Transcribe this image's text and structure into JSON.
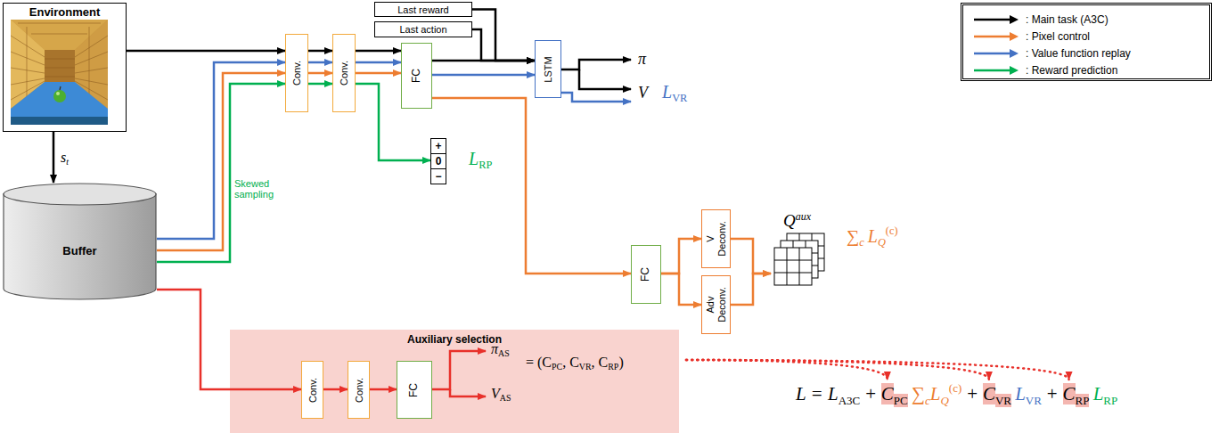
{
  "diagram": {
    "nodes": [
      {
        "text": [
          "Environment"
        ]
      },
      {
        "text": [
          "Buffer"
        ]
      },
      {
        "text": [
          "Last reward"
        ]
      },
      {
        "text": [
          "Last action"
        ]
      },
      {
        "text": [
          "Conv."
        ]
      },
      {
        "text": [
          "Conv."
        ]
      },
      {
        "text": [
          "FC"
        ]
      },
      {
        "text": [
          "LSTM"
        ]
      },
      {
        "text": [
          "+",
          "0",
          "−"
        ]
      },
      {
        "text": [
          "FC"
        ]
      },
      {
        "text": [
          "V Deconv."
        ]
      },
      {
        "text": [
          "Adv Deconv."
        ]
      },
      {
        "text": [
          "Q",
          "aux"
        ]
      },
      {
        "text": [
          "Auxiliary selection"
        ]
      },
      {
        "text": [
          "Conv."
        ],
        "in": 13
      },
      {
        "text": [
          "Conv."
        ],
        "in": 13
      },
      {
        "text": [
          "FC"
        ],
        "in": 13
      }
    ],
    "edges": [
      {
        "from": 0,
        "to": 4,
        "arrow": "to"
      },
      {
        "from": 0,
        "to": 1,
        "arrow": "to"
      },
      {
        "from": 1,
        "to": 4,
        "arrow": "to"
      },
      {
        "from": 1,
        "to": 4,
        "arrow": "to"
      },
      {
        "from": 1,
        "to": 4,
        "arrow": "to"
      },
      {
        "from": 4,
        "to": 5,
        "arrow": "to"
      },
      {
        "from": 4,
        "to": 5,
        "arrow": "to"
      },
      {
        "from": 4,
        "to": 5,
        "arrow": "to"
      },
      {
        "from": 4,
        "to": 5,
        "arrow": "to"
      },
      {
        "from": 5,
        "to": 6,
        "arrow": "to"
      },
      {
        "from": 5,
        "to": 6,
        "arrow": "to"
      },
      {
        "from": 5,
        "to": 6,
        "arrow": "to"
      },
      {
        "from": 5,
        "to": 8,
        "arrow": "to"
      },
      {
        "from": 2,
        "to": 7,
        "arrow": "to"
      },
      {
        "from": 3,
        "to": 7,
        "arrow": "to"
      },
      {
        "from": 6,
        "to": 7,
        "arrow": "to"
      },
      {
        "from": 6,
        "to": 7,
        "arrow": "to"
      },
      {
        "from": 6,
        "to": 9,
        "arrow": "to"
      },
      {
        "from": 9,
        "to": 10,
        "arrow": "to"
      },
      {
        "from": 9,
        "to": 11,
        "arrow": "to"
      },
      {
        "from": 10,
        "to": 12,
        "arrow": "to"
      },
      {
        "from": 11,
        "to": 12,
        "arrow": "to"
      },
      {
        "from": 1,
        "to": 14,
        "arrow": "to"
      },
      {
        "from": 14,
        "to": 15,
        "arrow": "to"
      },
      {
        "from": 15,
        "to": 16,
        "arrow": "to"
      }
    ],
    "labels": [
      "s",
      "t",
      "Skewed sampling",
      "π",
      "V",
      "L",
      "VR",
      "L",
      "RP",
      "∑",
      "c",
      "L",
      "Q",
      "(c)",
      "π",
      "AS",
      "= (C",
      "PC",
      ", C",
      "VR",
      ", C",
      "RP",
      ")",
      "V",
      "AS",
      "L = L",
      "A3C",
      "+",
      "C",
      "PC",
      "∑",
      "c",
      "L",
      "Q",
      "(c)",
      "+",
      "C",
      "VR",
      "L",
      "VR",
      "+",
      "C",
      "RP",
      "L",
      "RP"
    ],
    "legend": [
      {
        "text": ": Main task (A3C)",
        "color": "#000000"
      },
      {
        "text": ": Pixel control",
        "color": "#ED7D31"
      },
      {
        "text": ": Value function replay",
        "color": "#4472C4"
      },
      {
        "text": ": Reward prediction",
        "color": "#00B050"
      }
    ]
  }
}
